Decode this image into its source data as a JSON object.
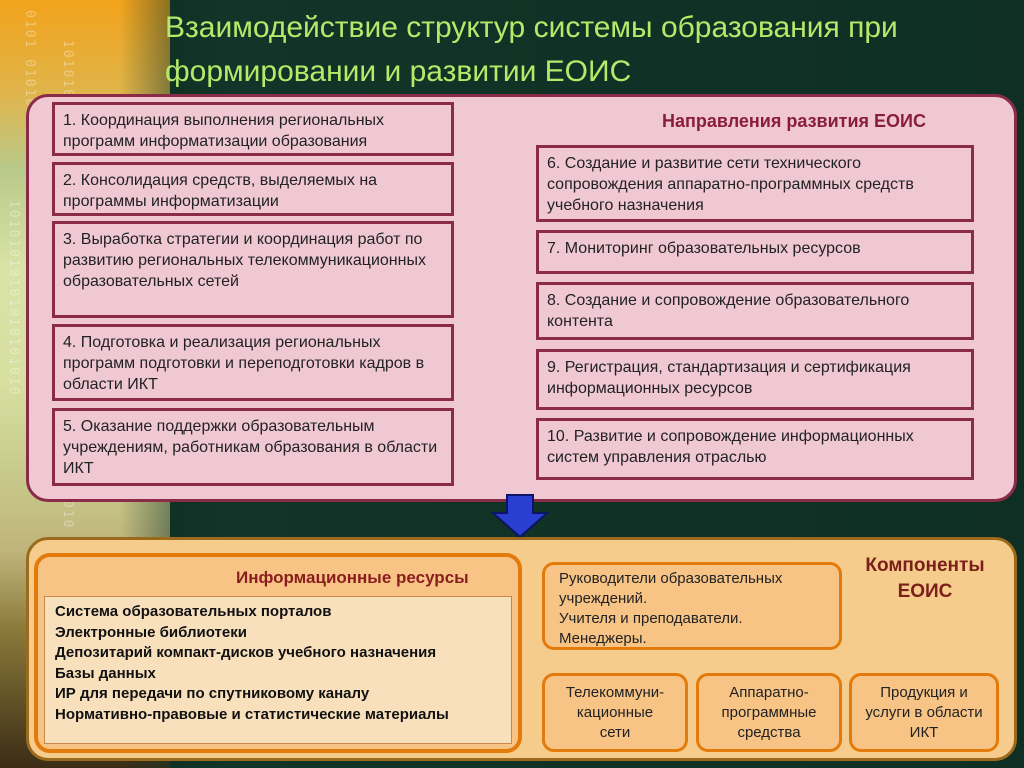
{
  "slide": {
    "title": "Взаимодействие структур системы образования при формировании и развитии ЕОИС"
  },
  "background": {
    "binary_strip_1": "0101 010101",
    "binary_strip_2": "1010101",
    "binary_strip_3": "10101010101010101010",
    "binary_strip_4": "010 101 0101"
  },
  "directions": {
    "heading": "Направления развития ЕОИС",
    "left": [
      "1. Координация выполнения региональных программ информатизации образования",
      "2. Консолидация средств, выделяемых на программы информатизации",
      "3. Выработка стратегии и координация работ по развитию региональных телекоммуникационных образовательных сетей",
      "4. Подготовка и реализация региональных программ подготовки и переподготовки кадров в области ИКТ",
      "5. Оказание поддержки образовательным учреждениям, работникам образования в области ИКТ"
    ],
    "right": [
      "6. Создание и развитие сети технического сопровождения аппаратно-программных средств учебного назначения",
      "7. Мониторинг образовательных ресурсов",
      "8. Создание и сопровождение образовательного контента",
      "9. Регистрация, стандартизация и сертификация информационных ресурсов",
      "10. Развитие и сопровождение информационных систем управления отраслью"
    ]
  },
  "components": {
    "heading": "Компоненты ЕОИС",
    "info_resources": {
      "title": "Информационные ресурсы",
      "items": [
        "Система образовательных порталов",
        "Электронные библиотеки",
        "Депозитарий компакт-дисков учебного назначения",
        "Базы данных",
        "ИР для передачи по спутниковому каналу",
        "Нормативно-правовые и статистические материалы"
      ]
    },
    "people": [
      "Руководители образовательных учреждений.",
      "Учителя и преподаватели.",
      "Менеджеры."
    ],
    "telecom": "Телекоммуни-кационные сети",
    "hardware": "Аппаратно-программные средства",
    "products": "Продукция и услуги в области ИКТ"
  },
  "colors": {
    "title": "#b6e86a",
    "top_panel": "#f0c8d4",
    "top_border": "#8a2b48",
    "bottom_panel": "#f6cc8c",
    "bottom_border": "#e37a0c",
    "arrow": "#2a3fd1"
  }
}
